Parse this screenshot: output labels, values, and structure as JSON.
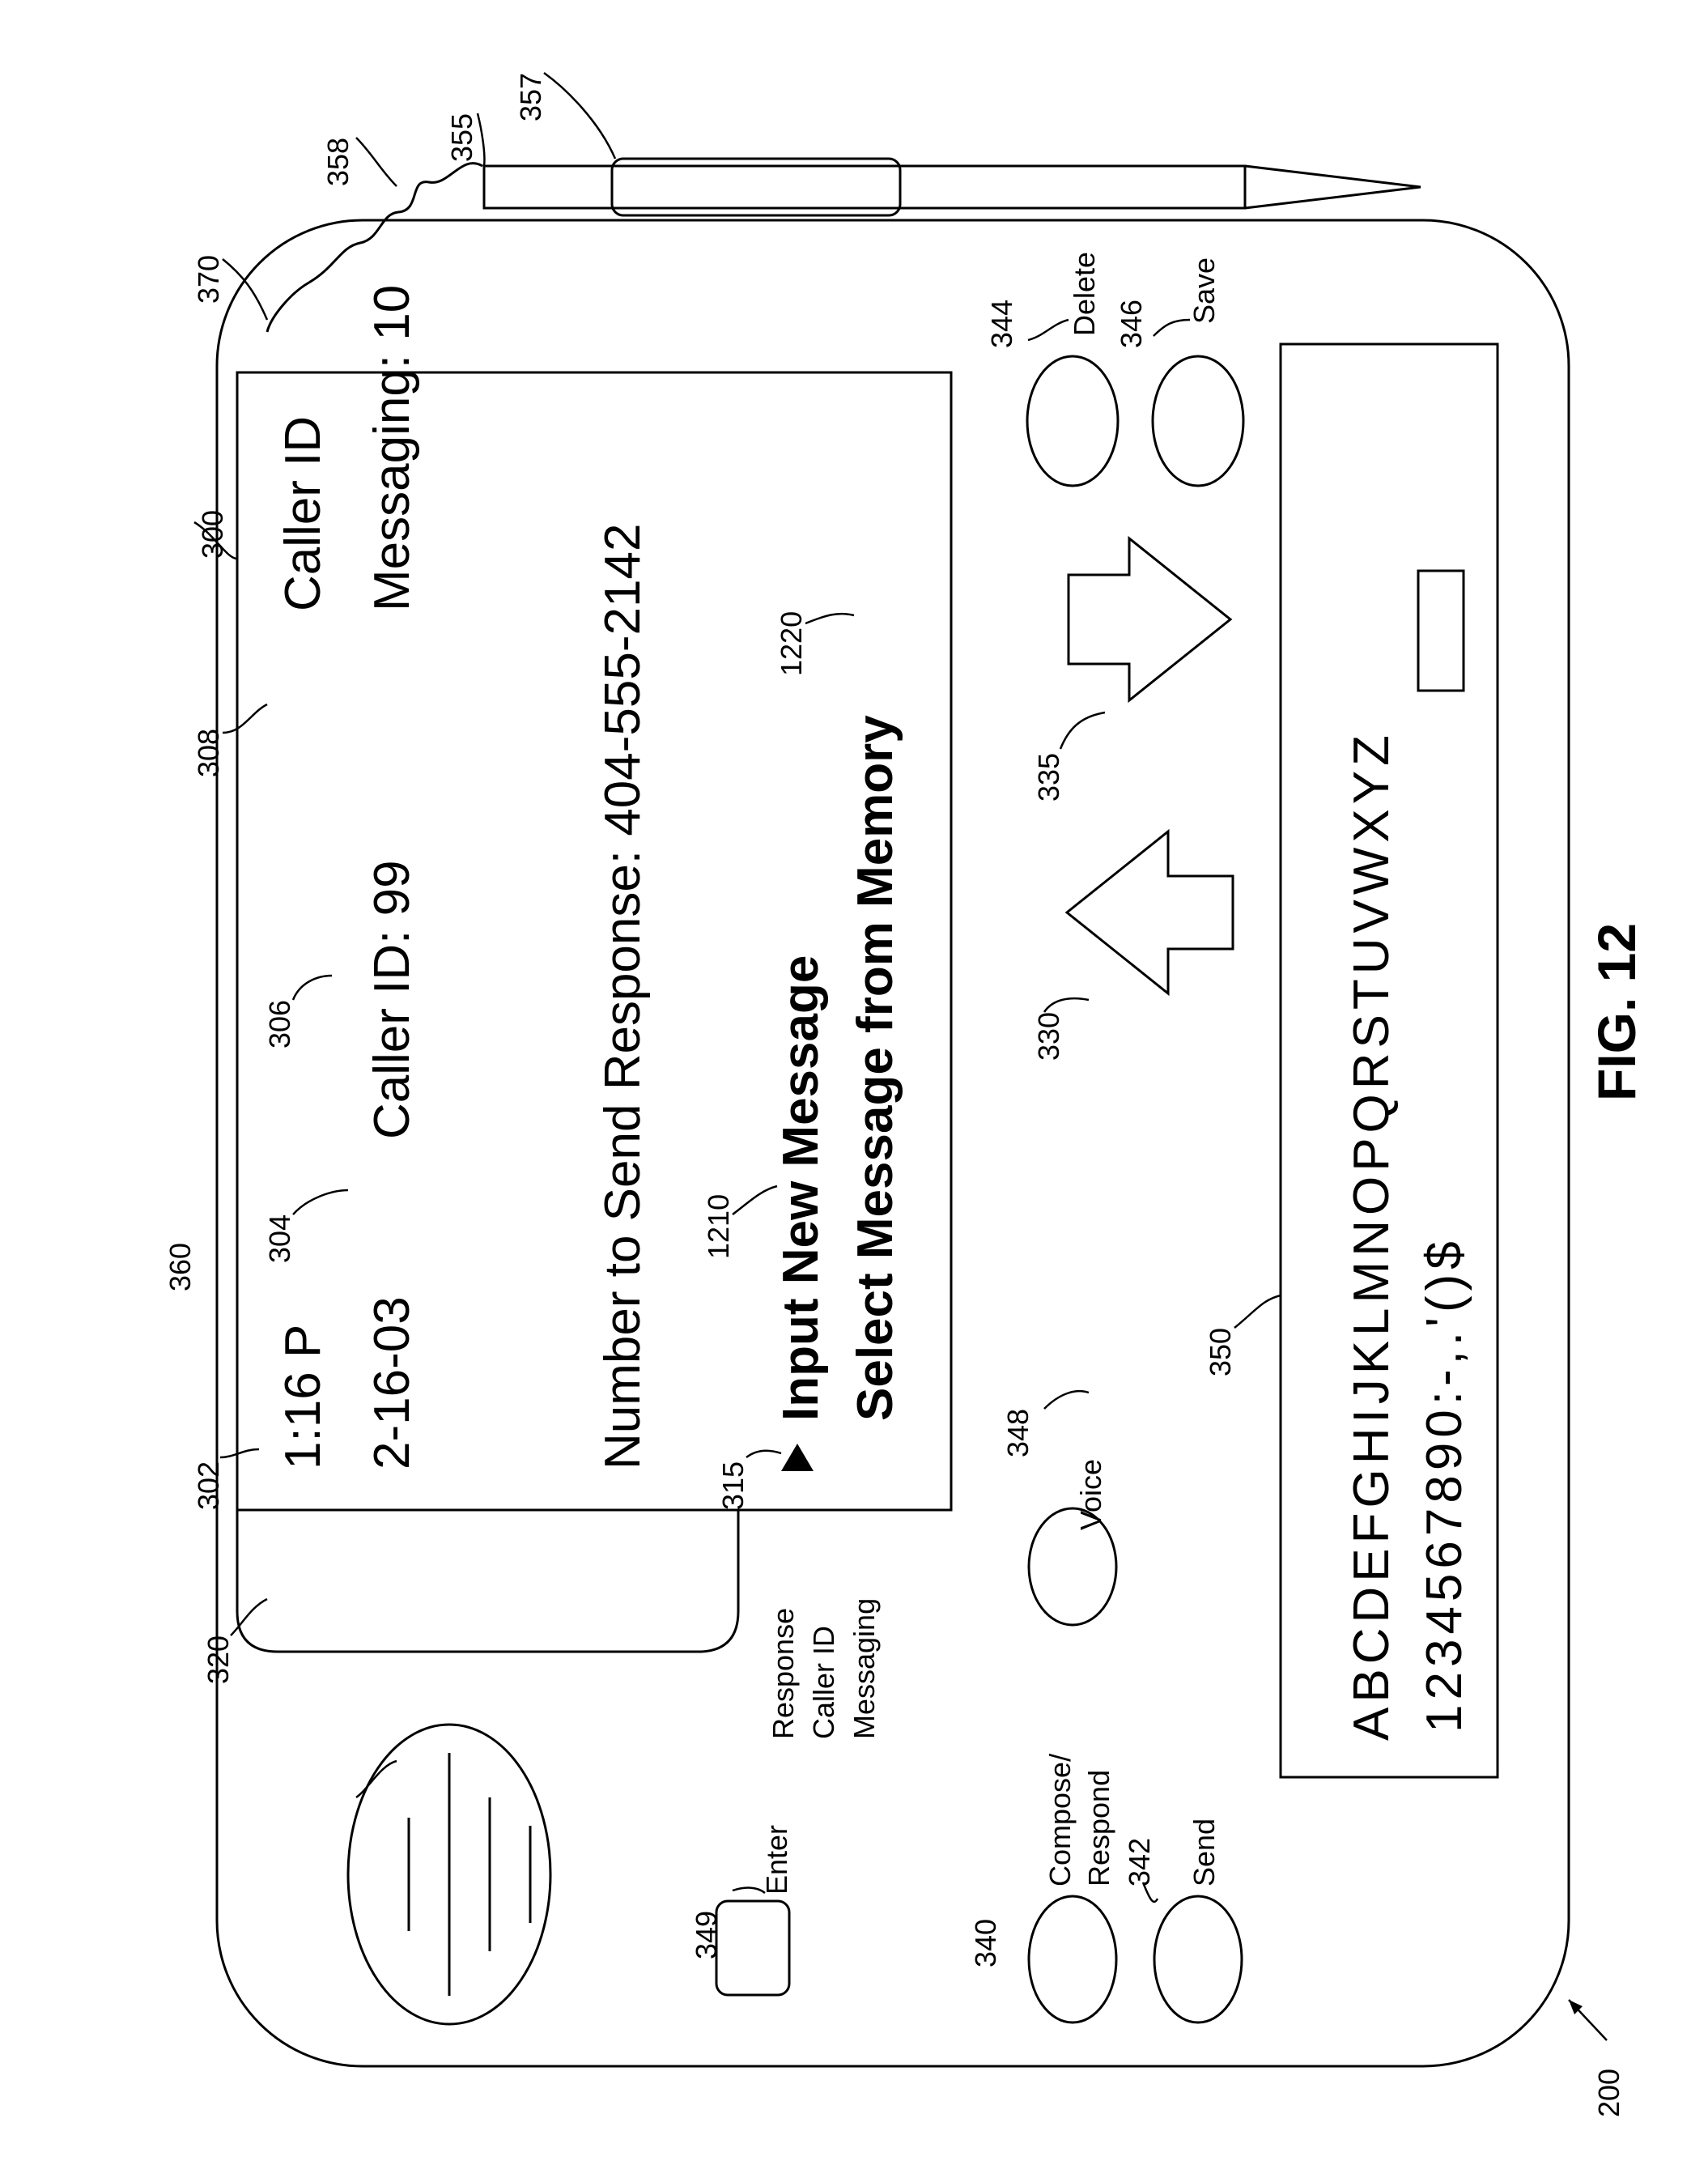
{
  "figure_label": "FIG. 12",
  "screen": {
    "time": "1:16 P",
    "date": "2-16-03",
    "caller_id_count": "Caller ID:  99",
    "mode": "Caller ID",
    "messaging_count": "Messaging: 10",
    "response_number": "Number to Send Response: 404-555-2142",
    "menu_items": [
      "Input New Message",
      "Select Message from Memory"
    ]
  },
  "tabs": [
    "Response",
    "Caller ID",
    "Messaging"
  ],
  "buttons": {
    "delete": "Delete",
    "save": "Save",
    "voice": "Voice",
    "enter": "Enter",
    "compose": [
      "Compose/",
      "Respond"
    ],
    "send": "Send"
  },
  "keyboard": {
    "row1": "ABCDEFGHIJKLMNOPQRSTUVWXYZ",
    "row2": "1234567890:-,.'()$"
  },
  "refs": {
    "device": "200",
    "screen": "300",
    "time": "302",
    "date": "304",
    "caller_id": "306",
    "mode": "308",
    "cursor": "315",
    "tabs": "320",
    "left_arrow": "330",
    "right_arrow": "335",
    "compose": "340",
    "send": "342",
    "delete": "344",
    "save": "346",
    "voice": "348",
    "enter": "349",
    "keyboard": "350",
    "stylus": "355",
    "stylus_clip": "357",
    "tether": "358",
    "speaker": "360",
    "housing": "370",
    "input_new": "1210",
    "select_memory": "1220"
  }
}
